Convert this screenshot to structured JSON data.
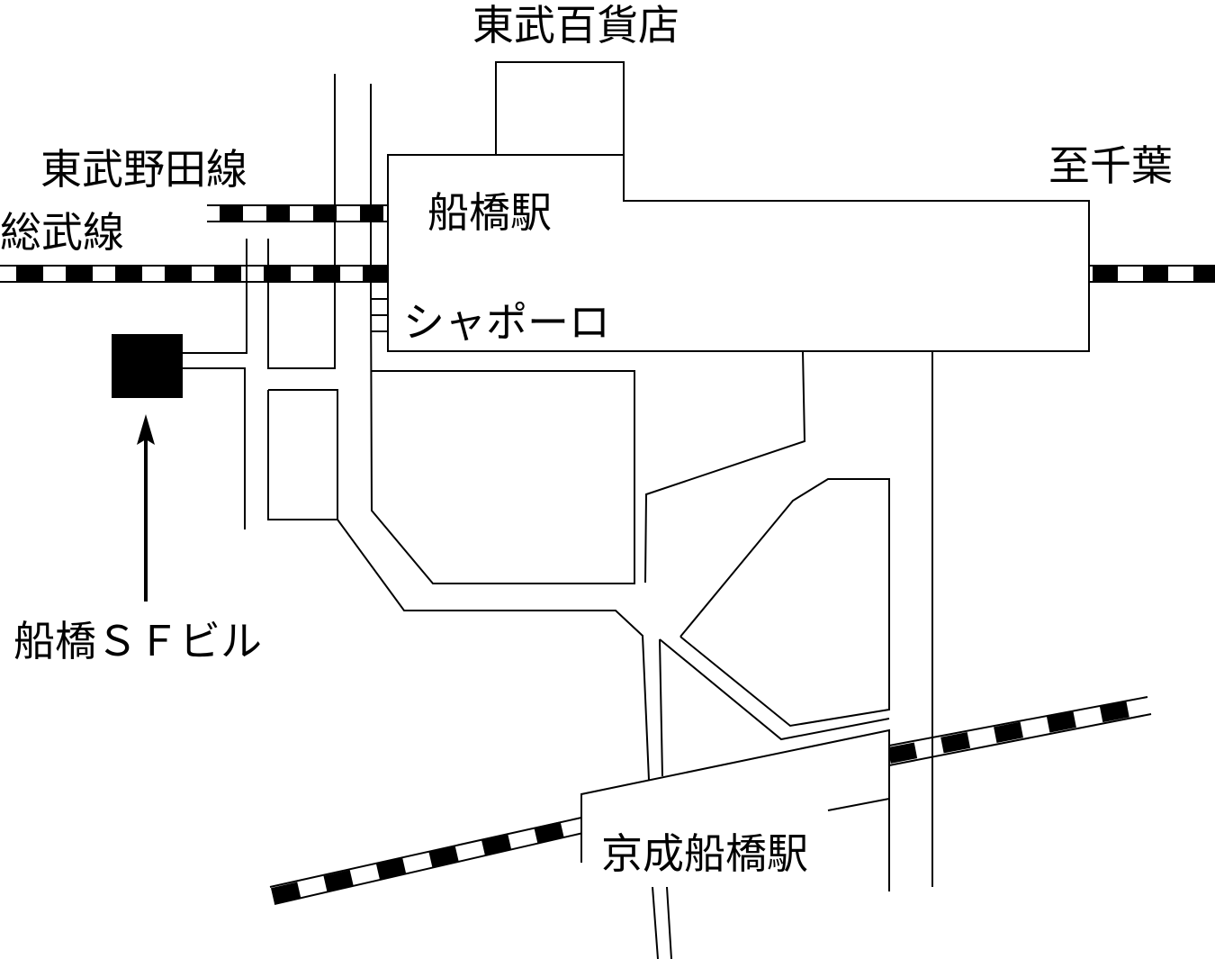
{
  "map": {
    "labels": {
      "tobu_department_store": "東武百貨店",
      "tobu_noda_line": "東武野田線",
      "sobu_line": "総武線",
      "funabashi_station": "船橋駅",
      "shapo_exit": "シャポーロ",
      "to_chiba": "至千葉",
      "funabashi_sf_building": "船橋ＳＦビル",
      "keisei_funabashi_station": "京成船橋駅"
    },
    "colors": {
      "ink": "#000000",
      "background": "#ffffff"
    },
    "destination_marker": "black-square",
    "pointer": "arrow-up"
  }
}
